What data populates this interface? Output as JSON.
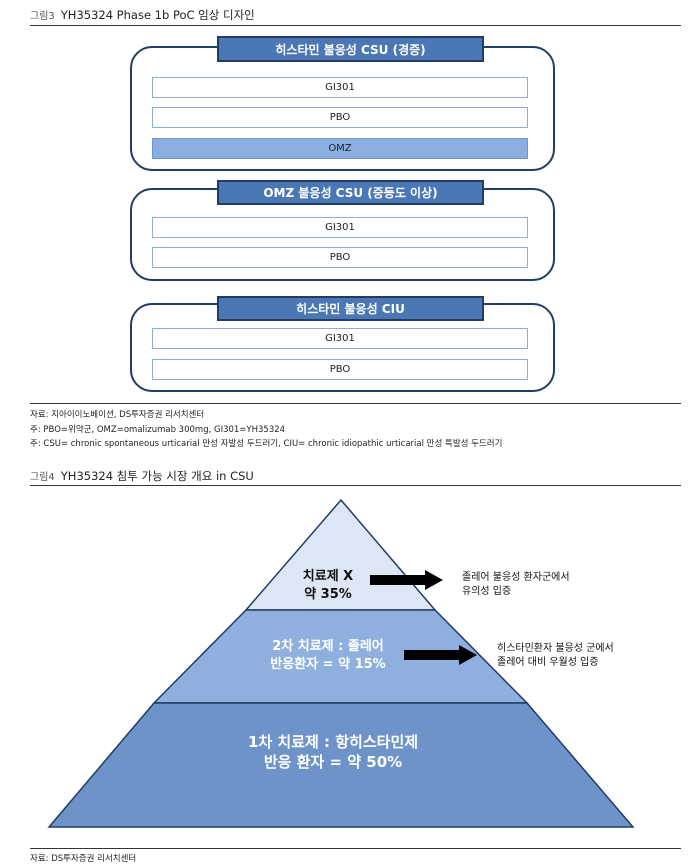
{
  "fig3": {
    "number": "그림3",
    "title": "YH35324 Phase 1b PoC 임상 디자인",
    "groups": [
      {
        "header": "히스타민 불응성 CSU (경증)",
        "rows": [
          "GI301",
          "PBO",
          "OMZ"
        ]
      },
      {
        "header": "OMZ 불응성 CSU (중등도 이상)",
        "rows": [
          "GI301",
          "PBO"
        ]
      },
      {
        "header": "히스타민 불응성 CIU",
        "rows": [
          "GI301",
          "PBO"
        ]
      }
    ],
    "notes": [
      "자료: 지아이이노베이션, DS투자증권 리서치센터",
      "주: PBO=위약군, OMZ=omalizumab 300mg, GI301=YH35324",
      "주: CSU= chronic spontaneous urticarial 만성 자발성 두드러기, CIU= chronic idiopathic urticarial 만성 특발성 두드러기"
    ]
  },
  "fig4": {
    "number": "그림4",
    "title": "YH35324 침투 가능 시장 개요 in CSU",
    "tiers": [
      {
        "line1": "치료제 X",
        "line2": "약 35%"
      },
      {
        "line1": "2차 치료제 : 졸레어",
        "line2": "반응환자 = 약 15%"
      },
      {
        "line1": "1차 치료제 : 항히스타민제",
        "line2": "반응 환자 = 약 50%"
      }
    ],
    "callouts": [
      {
        "line1": "졸레어 불응성 환자군에서",
        "line2": "유의성 입증"
      },
      {
        "line1": "히스타민환자 불응성 군에서",
        "line2": "졸레어 대비 우월성 입증"
      }
    ],
    "colors": {
      "top": "#dce6f4",
      "middle": "#8fb0df",
      "bottom": "#6d93c8",
      "outline": "#1f3d66",
      "arrow": "#000000"
    },
    "source": "자료: DS투자증권 리서치센터"
  }
}
